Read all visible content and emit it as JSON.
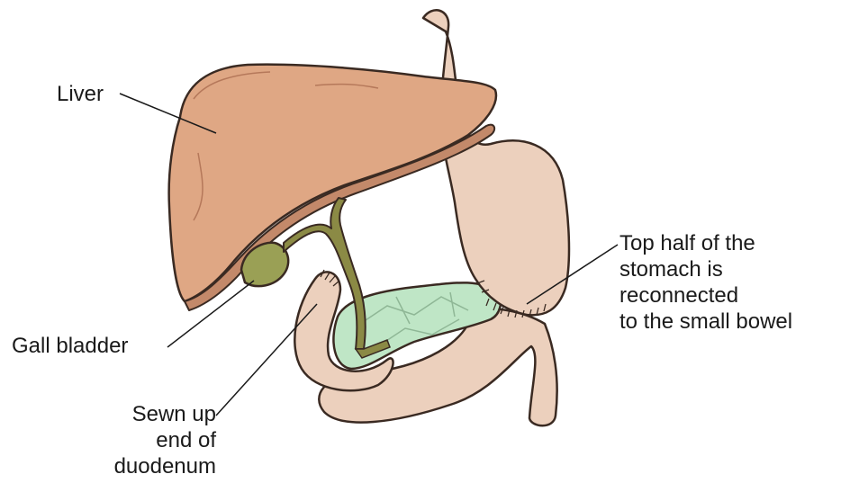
{
  "labels": {
    "liver": "Liver",
    "gall_bladder": "Gall bladder",
    "sewn_up": [
      "Sewn up",
      "end of",
      "duodenum"
    ],
    "top_half": [
      "Top half of the",
      "stomach is",
      "reconnected",
      "to the small bowel"
    ]
  },
  "colors": {
    "liver": "#dfa784",
    "liver_underside": "#c3896a",
    "stomach_bowel": "#ecd0bd",
    "pancreas": "#bfe6c6",
    "bile_duct": "#8b8a45",
    "gall_bladder": "#9aa055",
    "outline": "#3a2a22"
  },
  "icons": {
    "liver": "liver-organ-icon",
    "stomach": "stomach-organ-icon",
    "small_bowel": "small-bowel-icon",
    "duodenum_stump": "duodenum-stump-icon",
    "pancreas": "pancreas-organ-icon",
    "bile_duct": "bile-duct-icon",
    "gall_bladder": "gall-bladder-icon"
  }
}
